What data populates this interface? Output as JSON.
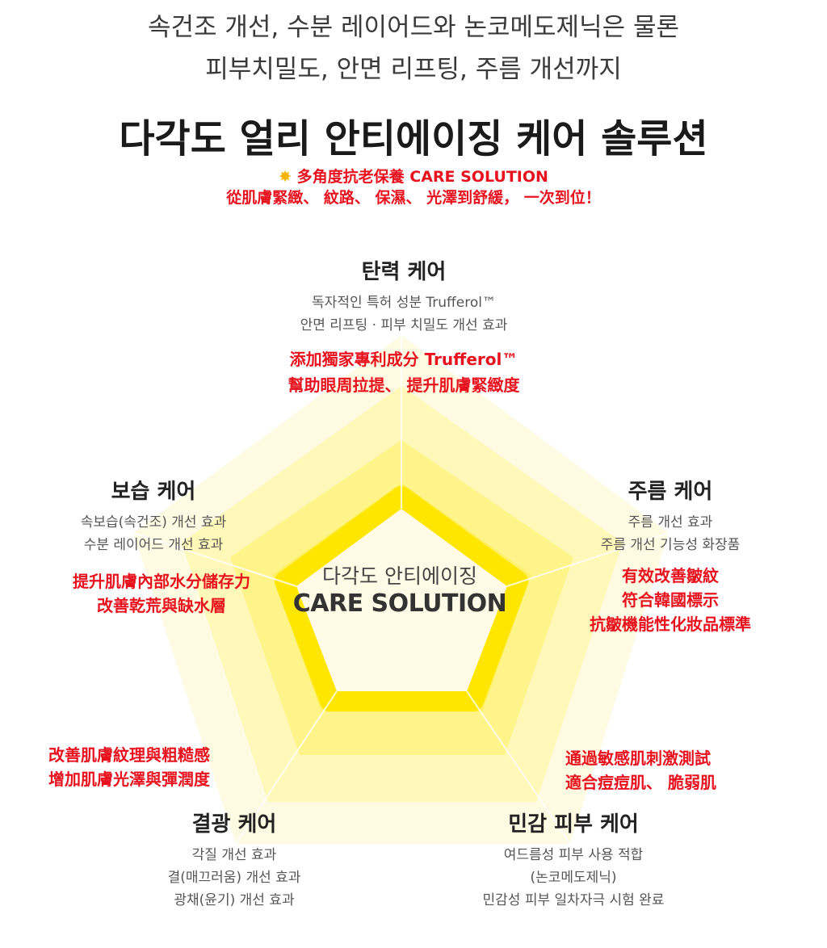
{
  "header": {
    "line1": "속건조 개선, 수분 레이어드와 논코메도제닉은 물론",
    "line2": "피부치밀도, 안면 리프팅, 주름 개선까지",
    "title": "다각도 얼리 안티에이징 케어 솔루션"
  },
  "chinese_header": {
    "icon": "sparkle-icon",
    "line1": "多角度抗老保養 CARE SOLUTION",
    "line2": "從肌膚緊緻、 紋路、 保濕、 光澤到舒緩， 一次到位！"
  },
  "center": {
    "sub": "다각도 안티에이징",
    "main": "CARE SOLUTION"
  },
  "care": {
    "elasticity": {
      "title": "탄력 케어",
      "desc1": "독자적인 특허 성분 Trufferol™",
      "desc2": "안면 리프팅 · 피부 치밀도 개선 효과",
      "note1": "添加獨家專利成分 Trufferol™",
      "note2": "幫助眼周拉提、 提升肌膚緊緻度"
    },
    "moisture": {
      "title": "보습 케어",
      "desc1": "속보습(속건조) 개선 효과",
      "desc2": "수분 레이어드 개선 효과",
      "note1": "提升肌膚內部水分儲存力",
      "note2": "改善乾荒與缺水層"
    },
    "wrinkle": {
      "title": "주름 케어",
      "desc1": "주름 개선 효과",
      "desc2": "주름 개선 기능성 화장품",
      "note1": "有效改善皺紋",
      "note2": "符合韓國標示",
      "note3": "抗皺機能性化妝品標準"
    },
    "texture": {
      "title": "결광 케어",
      "desc1": "각질 개선 효과",
      "desc2": "결(매끄러움) 개선 효과",
      "desc3": "광채(윤기) 개선 효과",
      "note1": "改善肌膚紋理與粗糙感",
      "note2": "增加肌膚光澤與彈潤度"
    },
    "sensitive": {
      "title": "민감 피부 케어",
      "desc1": "여드름성 피부 사용 적합",
      "desc2": "(논코메도제닉)",
      "desc3": "민감성 피부 일차자극 시험 완료",
      "note1": "通過敏感肌刺激測試",
      "note2": "適合痘痘肌、 脆弱肌"
    }
  },
  "colors": {
    "accent_red": "#e8121f",
    "yellow_light": "#fff9c4",
    "yellow_mid": "#fff176",
    "yellow_strong": "#ffeb3b"
  }
}
